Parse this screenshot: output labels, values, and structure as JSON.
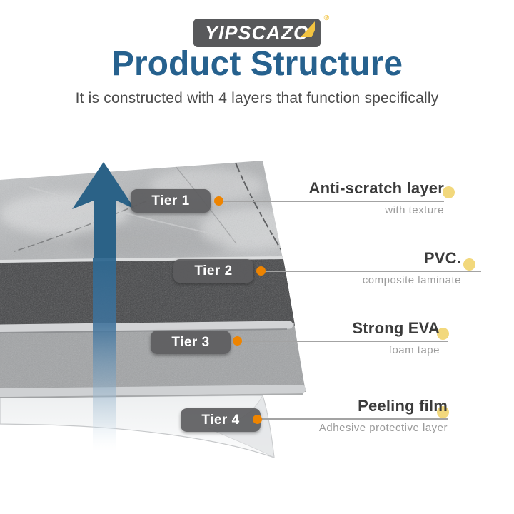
{
  "brand": {
    "logo_text": "YIPSCAZO",
    "registered": "®"
  },
  "header": {
    "title": "Product Structure",
    "subtitle": "It is constructed with 4 layers that function specifically"
  },
  "diagram": {
    "arrow_direction": "up",
    "tiers": [
      {
        "pill": "Tier 1",
        "heading": "Anti-scratch layer",
        "sub": "with texture",
        "material": "marble-texture-slab"
      },
      {
        "pill": "Tier 2",
        "heading": "PVC.",
        "sub": "composite laminate",
        "material": "dark-charcoal-slab"
      },
      {
        "pill": "Tier 3",
        "heading": "Strong EVA",
        "sub": "foam tape",
        "material": "gray-foam-slab"
      },
      {
        "pill": "Tier 4",
        "heading": "Peeling film",
        "sub": "Adhesive protective layer",
        "material": "translucent-film"
      }
    ]
  },
  "colors": {
    "title_blue": "#26618E",
    "arrow_blue": "#2B6287",
    "marker_orange": "#EE8400",
    "accent_yellow": "#F2D87C",
    "logo_gray": "#58595B",
    "logo_yellow": "#F2C340",
    "pill_gray": "#5C5C5E",
    "heading_text": "#3B3B3B",
    "sub_text": "#9B9B9B"
  }
}
